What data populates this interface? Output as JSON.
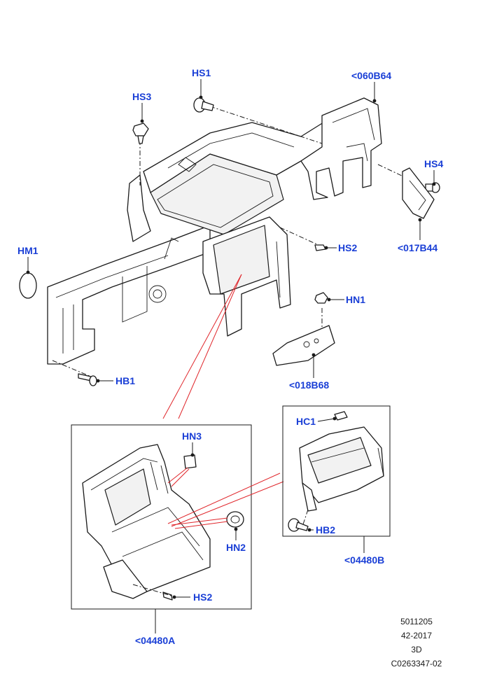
{
  "callouts": {
    "hs1": "HS1",
    "hs3": "HS3",
    "b060": "<060B64",
    "hs4": "HS4",
    "hm1": "HM1",
    "hs2_main": "HS2",
    "b017": "<017B44",
    "hn1": "HN1",
    "hb1": "HB1",
    "b018": "<018B68",
    "hc1": "HC1",
    "hn3": "HN3",
    "hn2": "HN2",
    "hb2": "HB2",
    "b04480b": "<04480B",
    "hs2_inset": "HS2",
    "b04480a": "<04480A"
  },
  "meta": {
    "line1": "5011205",
    "line2": "42-2017",
    "line3": "3D",
    "line4": "C0263347-02"
  },
  "colors": {
    "callout": "#1a3fd6",
    "leader_red": "#e0262b",
    "line": "#1a1a1a"
  }
}
